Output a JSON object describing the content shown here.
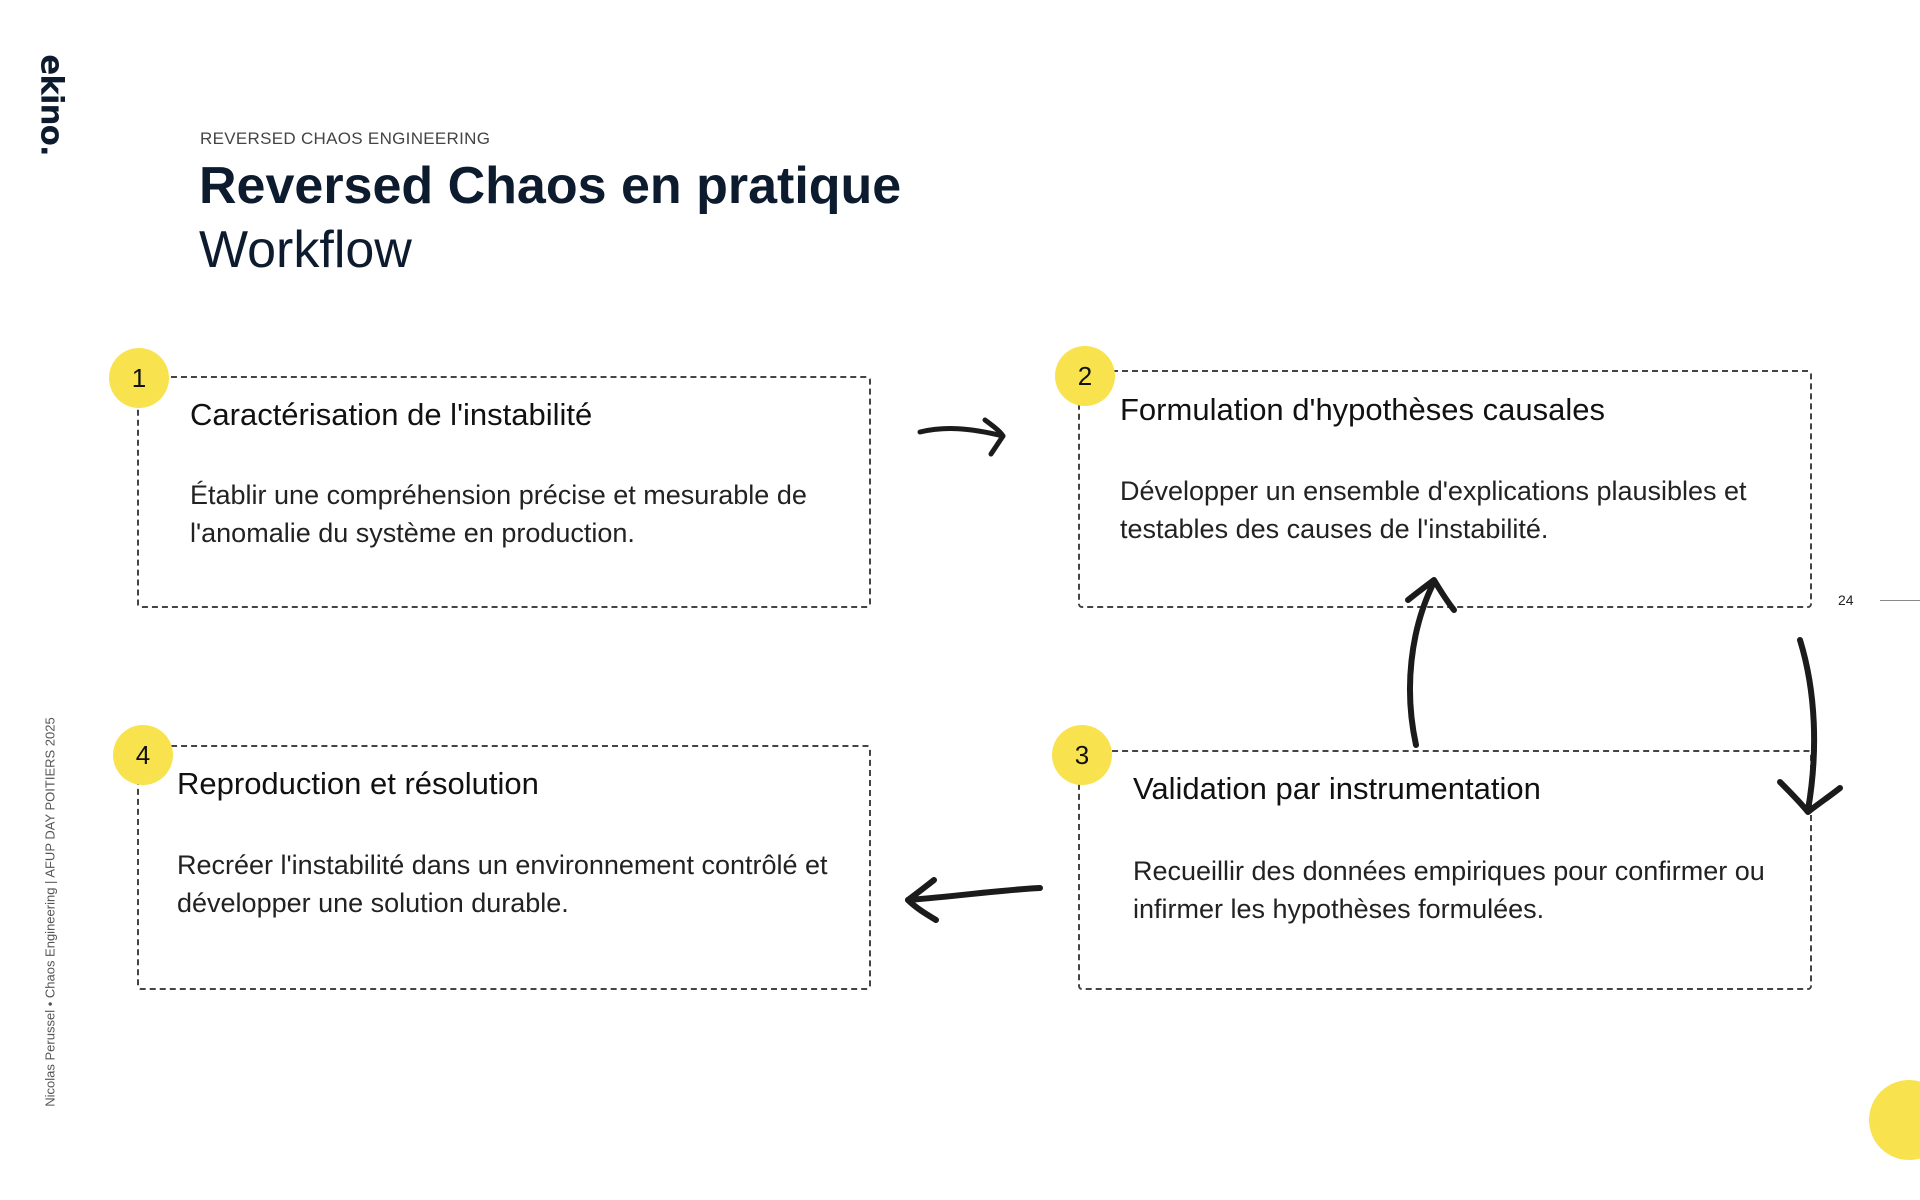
{
  "brand": {
    "logo_text": "ekino.",
    "accent_color": "#f8e34f",
    "navy_color": "#0d1b2e"
  },
  "footer": {
    "text": "Nicolas Perussel • Chaos Engineering  |  AFUP DAY POITIERS 2025"
  },
  "header": {
    "kicker": "REVERSED CHAOS ENGINEERING",
    "title": "Reversed Chaos en pratique",
    "subtitle": "Workflow"
  },
  "steps": [
    {
      "number": "1",
      "title": "Caractérisation de l'instabilité",
      "description": "Établir une compréhension précise et mesurable de l'anomalie du système en production."
    },
    {
      "number": "2",
      "title": "Formulation d'hypothèses causales",
      "description": "Développer un ensemble d'explications plausibles et testables des causes de l'instabilité."
    },
    {
      "number": "3",
      "title": "Validation par instrumentation",
      "description": "Recueillir des données empiriques pour confirmer ou infirmer les hypothèses formulées."
    },
    {
      "number": "4",
      "title": "Reproduction et résolution",
      "description": "Recréer l'instabilité dans un environnement contrôlé et développer une solution durable."
    }
  ],
  "arrows": [
    {
      "icon": "arrow-right-icon",
      "from": "1",
      "to": "2"
    },
    {
      "icon": "arrow-down-icon",
      "from": "2",
      "to": "3"
    },
    {
      "icon": "arrow-up-icon",
      "from": "3",
      "to": "2"
    },
    {
      "icon": "arrow-left-icon",
      "from": "3",
      "to": "4"
    }
  ],
  "page": {
    "number": "24"
  }
}
